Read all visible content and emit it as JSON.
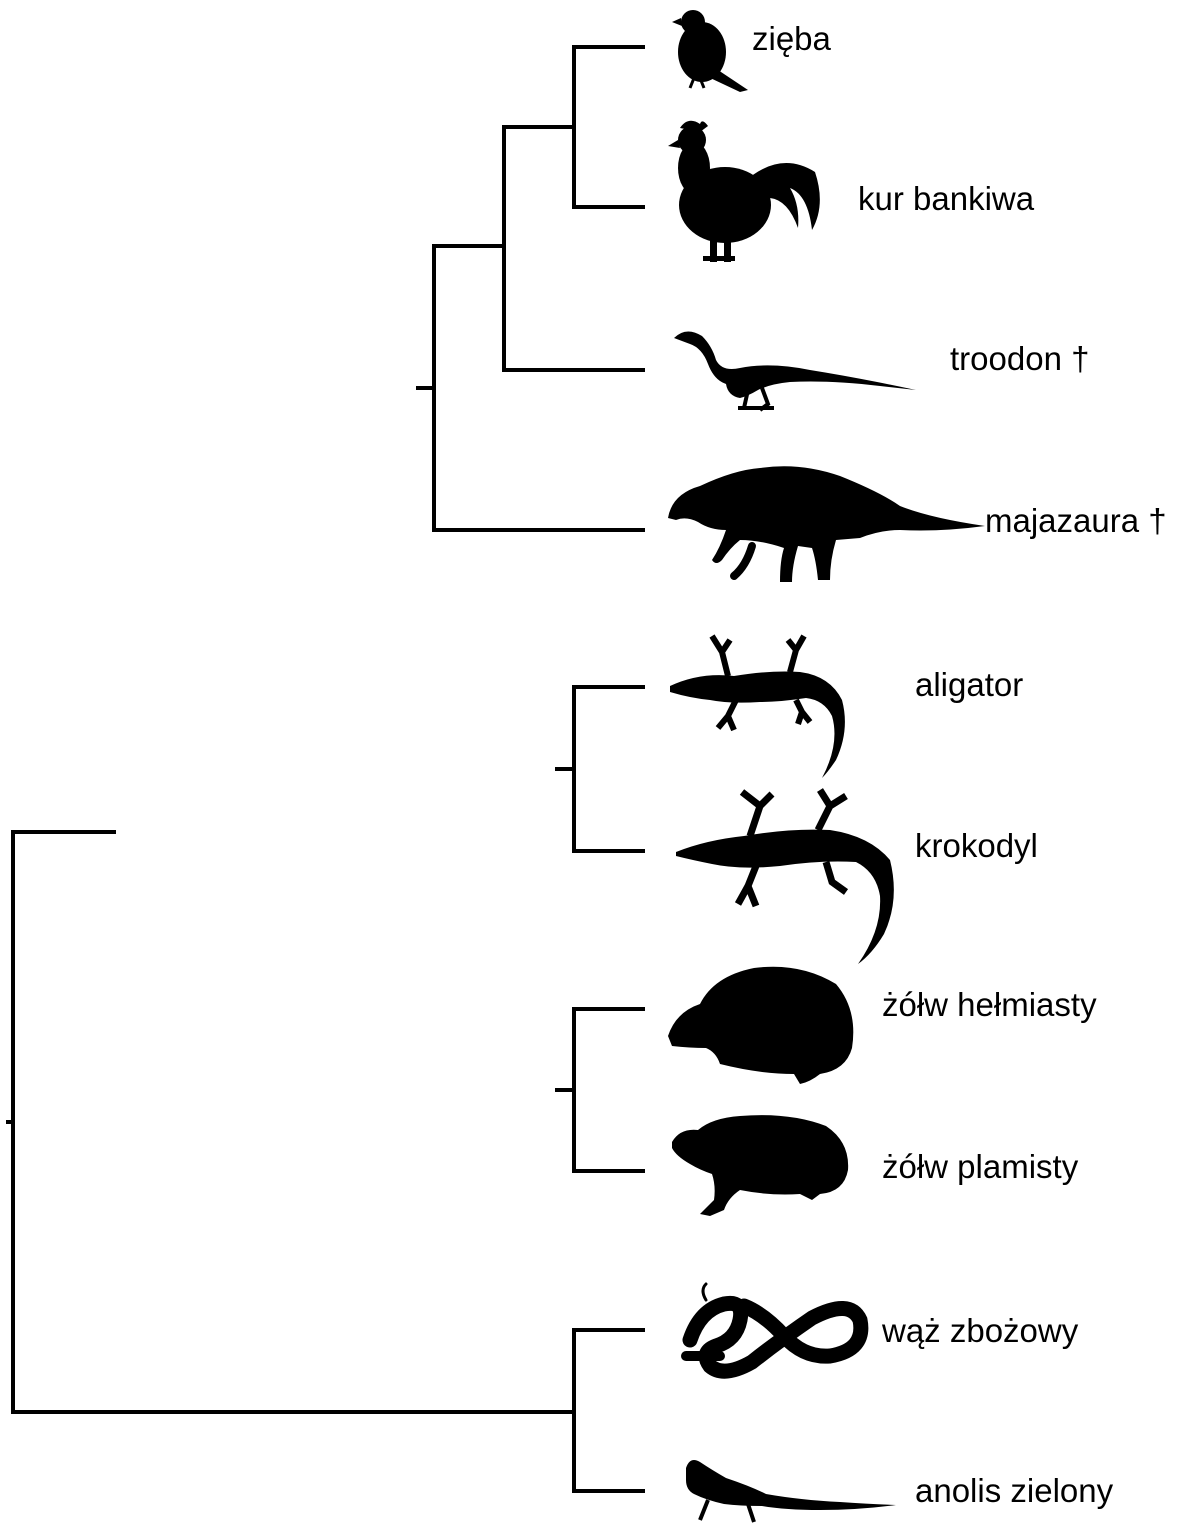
{
  "taxa": [
    {
      "id": "zieba",
      "label": "zięba",
      "icon": "finch-silhouette-icon"
    },
    {
      "id": "kur",
      "label": "kur bankiwa",
      "icon": "rooster-silhouette-icon"
    },
    {
      "id": "troodon",
      "label": "troodon †",
      "icon": "troodon-silhouette-icon"
    },
    {
      "id": "majazaura",
      "label": "majazaura †",
      "icon": "maiasaura-silhouette-icon"
    },
    {
      "id": "aligator",
      "label": "aligator",
      "icon": "alligator-silhouette-icon"
    },
    {
      "id": "krokodyl",
      "label": "krokodyl",
      "icon": "crocodile-silhouette-icon"
    },
    {
      "id": "zolw-helmiasty",
      "label": "żółw hełmiasty",
      "icon": "helmeted-turtle-silhouette-icon"
    },
    {
      "id": "zolw-plamisty",
      "label": "żółw plamisty",
      "icon": "spotted-turtle-silhouette-icon"
    },
    {
      "id": "waz",
      "label": "wąż zbożowy",
      "icon": "corn-snake-silhouette-icon"
    },
    {
      "id": "anolis",
      "label": "anolis zielony",
      "icon": "green-anole-silhouette-icon"
    }
  ],
  "colors": {
    "line": "#000000",
    "silhouette": "#000000",
    "background": "#ffffff"
  }
}
